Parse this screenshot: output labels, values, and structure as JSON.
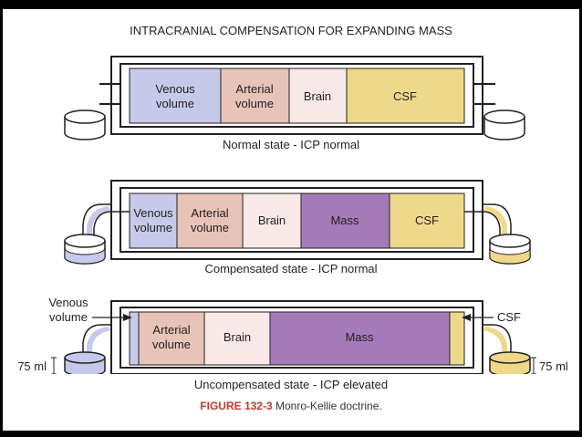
{
  "title": "INTRACRANIAL COMPENSATION FOR EXPANDING MASS",
  "normal": {
    "compartments": [
      {
        "line1": "Venous",
        "line2": "volume"
      },
      {
        "line1": "Arterial",
        "line2": "volume"
      },
      {
        "line1": "Brain",
        "line2": ""
      },
      {
        "line1": "CSF",
        "line2": ""
      }
    ],
    "caption": "Normal state - ICP normal"
  },
  "compensated": {
    "compartments": [
      {
        "line1": "Venous",
        "line2": "volume"
      },
      {
        "line1": "Arterial",
        "line2": "volume"
      },
      {
        "line1": "Brain",
        "line2": ""
      },
      {
        "line1": "Mass",
        "line2": ""
      },
      {
        "line1": "CSF",
        "line2": ""
      }
    ],
    "caption": "Compensated state - ICP normal"
  },
  "uncompensated": {
    "compartments": [
      {
        "line1": "Arterial",
        "line2": "volume"
      },
      {
        "line1": "Brain",
        "line2": ""
      },
      {
        "line1": "Mass",
        "line2": ""
      }
    ],
    "left_callout": {
      "line1": "Venous",
      "line2": "volume"
    },
    "right_callout": "CSF",
    "left_amount": "75 ml",
    "right_amount": "75 ml",
    "caption": "Uncompensated state - ICP elevated"
  },
  "figure": {
    "label": "FIGURE 132-3",
    "text": "Monro-Kellie doctrine."
  },
  "colors": {
    "venous": "#c7c9ea",
    "arterial": "#e8c3b8",
    "brain": "#f8e8e8",
    "mass": "#a47bb8",
    "csf": "#eed98a",
    "skull": "#ffffff",
    "outline": "#231f20",
    "figure_label": "#c0392b",
    "background": "#000000"
  }
}
